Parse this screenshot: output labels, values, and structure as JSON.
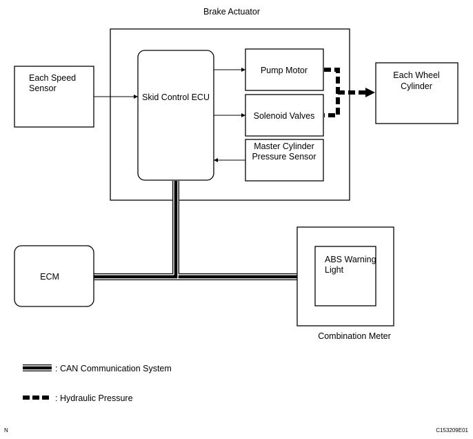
{
  "labels": {
    "brake_actuator": "Brake Actuator",
    "skid_control_ecu": "Skid Control ECU",
    "pump_motor": "Pump Motor",
    "solenoid_valves": "Solenoid Valves",
    "master_cylinder_line1": "Master Cylinder",
    "master_cylinder_line2": "Pressure Sensor",
    "speed_sensor_line1": "Each Speed",
    "speed_sensor_line2": "Sensor",
    "wheel_cylinder_line1": "Each Wheel",
    "wheel_cylinder_line2": "Cylinder",
    "ecm": "ECM",
    "abs_light_line1": "ABS Warning",
    "abs_light_line2": "Light",
    "combination_meter": "Combination Meter"
  },
  "legend": {
    "can": ": CAN Communication System",
    "hydraulic": ": Hydraulic Pressure"
  },
  "footer": {
    "left_mark": "N",
    "figure_code": "C153209E01"
  }
}
